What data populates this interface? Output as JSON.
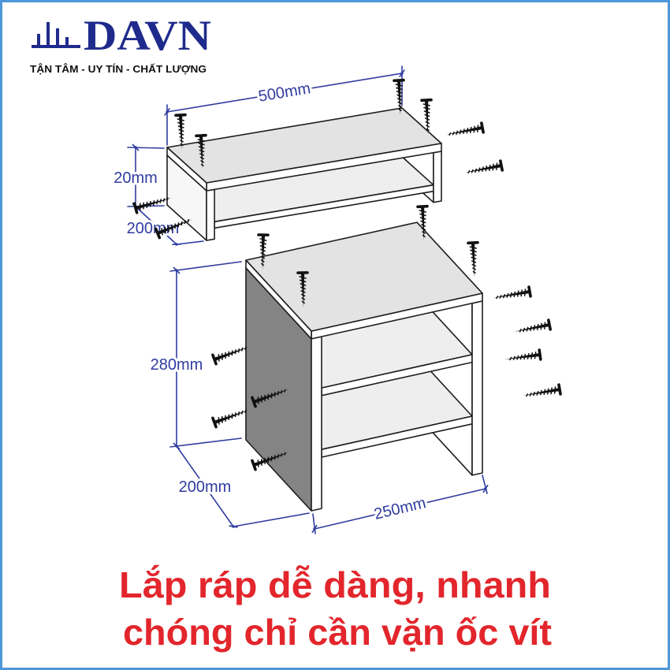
{
  "brand": {
    "name": "DAVN",
    "tagline": "TẬN TÂM - UY TÍN - CHẤT LƯỢNG",
    "logo_icon": "bar-chart-icon"
  },
  "diagram": {
    "top_unit": {
      "width": "500mm",
      "height": "20mm",
      "depth": "200mm"
    },
    "bottom_unit": {
      "height": "280mm",
      "depth": "200mm",
      "width": "250mm"
    },
    "fastener_icon": "screw-icon"
  },
  "caption": {
    "line1": "Lắp ráp dễ dàng, nhanh",
    "line2": "chóng chỉ cần vặn ốc vít"
  },
  "colors": {
    "brand": "#1f2b8c",
    "dimension": "#2f3c9f",
    "caption": "#e2262c",
    "frame": "#4f97da",
    "side_panel": "#848484"
  }
}
